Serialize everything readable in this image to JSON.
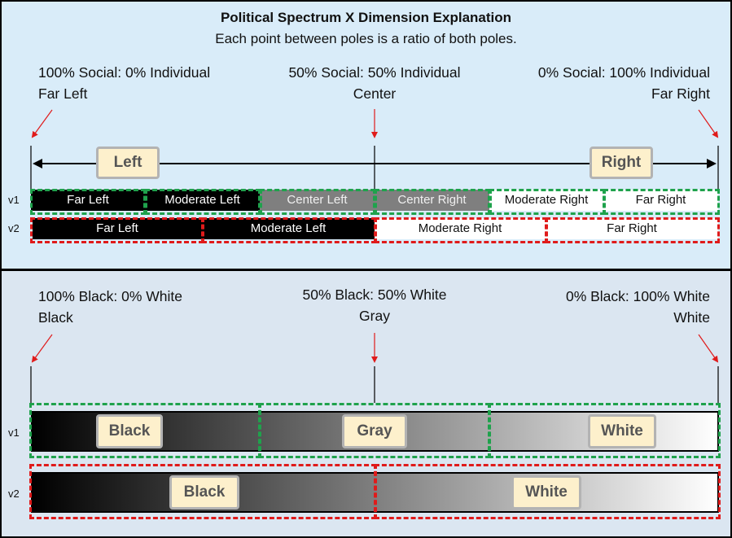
{
  "top": {
    "title": "Political Spectrum X Dimension Explanation",
    "subtitle": "Each point between poles is a ratio of both poles.",
    "poles": {
      "left_ratio": "100% Social: 0% Individual",
      "left_name": "Far Left",
      "center_ratio": "50% Social: 50% Individual",
      "center_name": "Center",
      "right_ratio": "0% Social: 100% Individual",
      "right_name": "Far Right"
    },
    "axis_tags": {
      "left": "Left",
      "right": "Right"
    },
    "v1": {
      "label": "v1",
      "segments": [
        "Far Left",
        "Moderate Left",
        "Center Left",
        "Center Right",
        "Moderate Right",
        "Far Right"
      ]
    },
    "v2": {
      "label": "v2",
      "segments": [
        "Far Left",
        "Moderate Left",
        "Moderate Right",
        "Far Right"
      ]
    }
  },
  "bottom": {
    "poles": {
      "left_ratio": "100% Black: 0% White",
      "left_name": "Black",
      "center_ratio": "50% Black: 50% White",
      "center_name": "Gray",
      "right_ratio": "0% Black: 100% White",
      "right_name": "White"
    },
    "v1": {
      "label": "v1",
      "tags": [
        "Black",
        "Gray",
        "White"
      ]
    },
    "v2": {
      "label": "v2",
      "tags": [
        "Black",
        "White"
      ]
    }
  },
  "colors": {
    "top_background": "#d9ecf9",
    "bottom_background": "#dbe6f1",
    "v1_frame": "#1fa24c",
    "v2_frame": "#e01b1b",
    "pointer_arrow": "#e01b1b",
    "tag_fill": "#fdf0cc"
  }
}
